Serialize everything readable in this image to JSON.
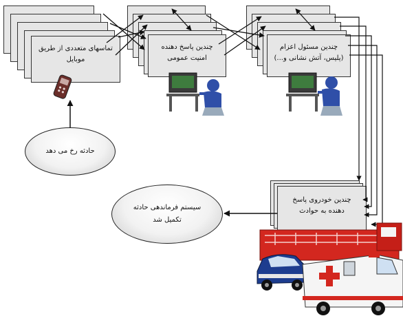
{
  "boxes": {
    "calls": {
      "line1": "تماسهای متعددی از طریق",
      "line2": "موبایل"
    },
    "public_safety": {
      "line1": "چندین پاسخ دهنده",
      "line2": "امنیت عمومی"
    },
    "responders": {
      "line1": "چندین مسئول اعزام",
      "line2": "(پلیس، آتش نشانی و...)"
    },
    "vehicles": {
      "line1": "چندین خودروی پاسخ",
      "line2": "دهنده به حوادث"
    }
  },
  "ellipses": {
    "incident": "حادثه رخ می دهد",
    "command": {
      "line1": "سیستم فرماندهی حادثه",
      "line2": "تکمیل شد"
    }
  },
  "colors": {
    "box_fill": "#e6e6e6",
    "fire_truck": "#d3271f",
    "police_car": "#1d3d8f",
    "ambulance_cross": "#d3271f",
    "operator_blue": "#2f4fa8"
  },
  "icons": [
    "mobile-phone-icon",
    "operator-desk-icon",
    "fire-truck-icon",
    "police-car-icon",
    "ambulance-icon"
  ]
}
